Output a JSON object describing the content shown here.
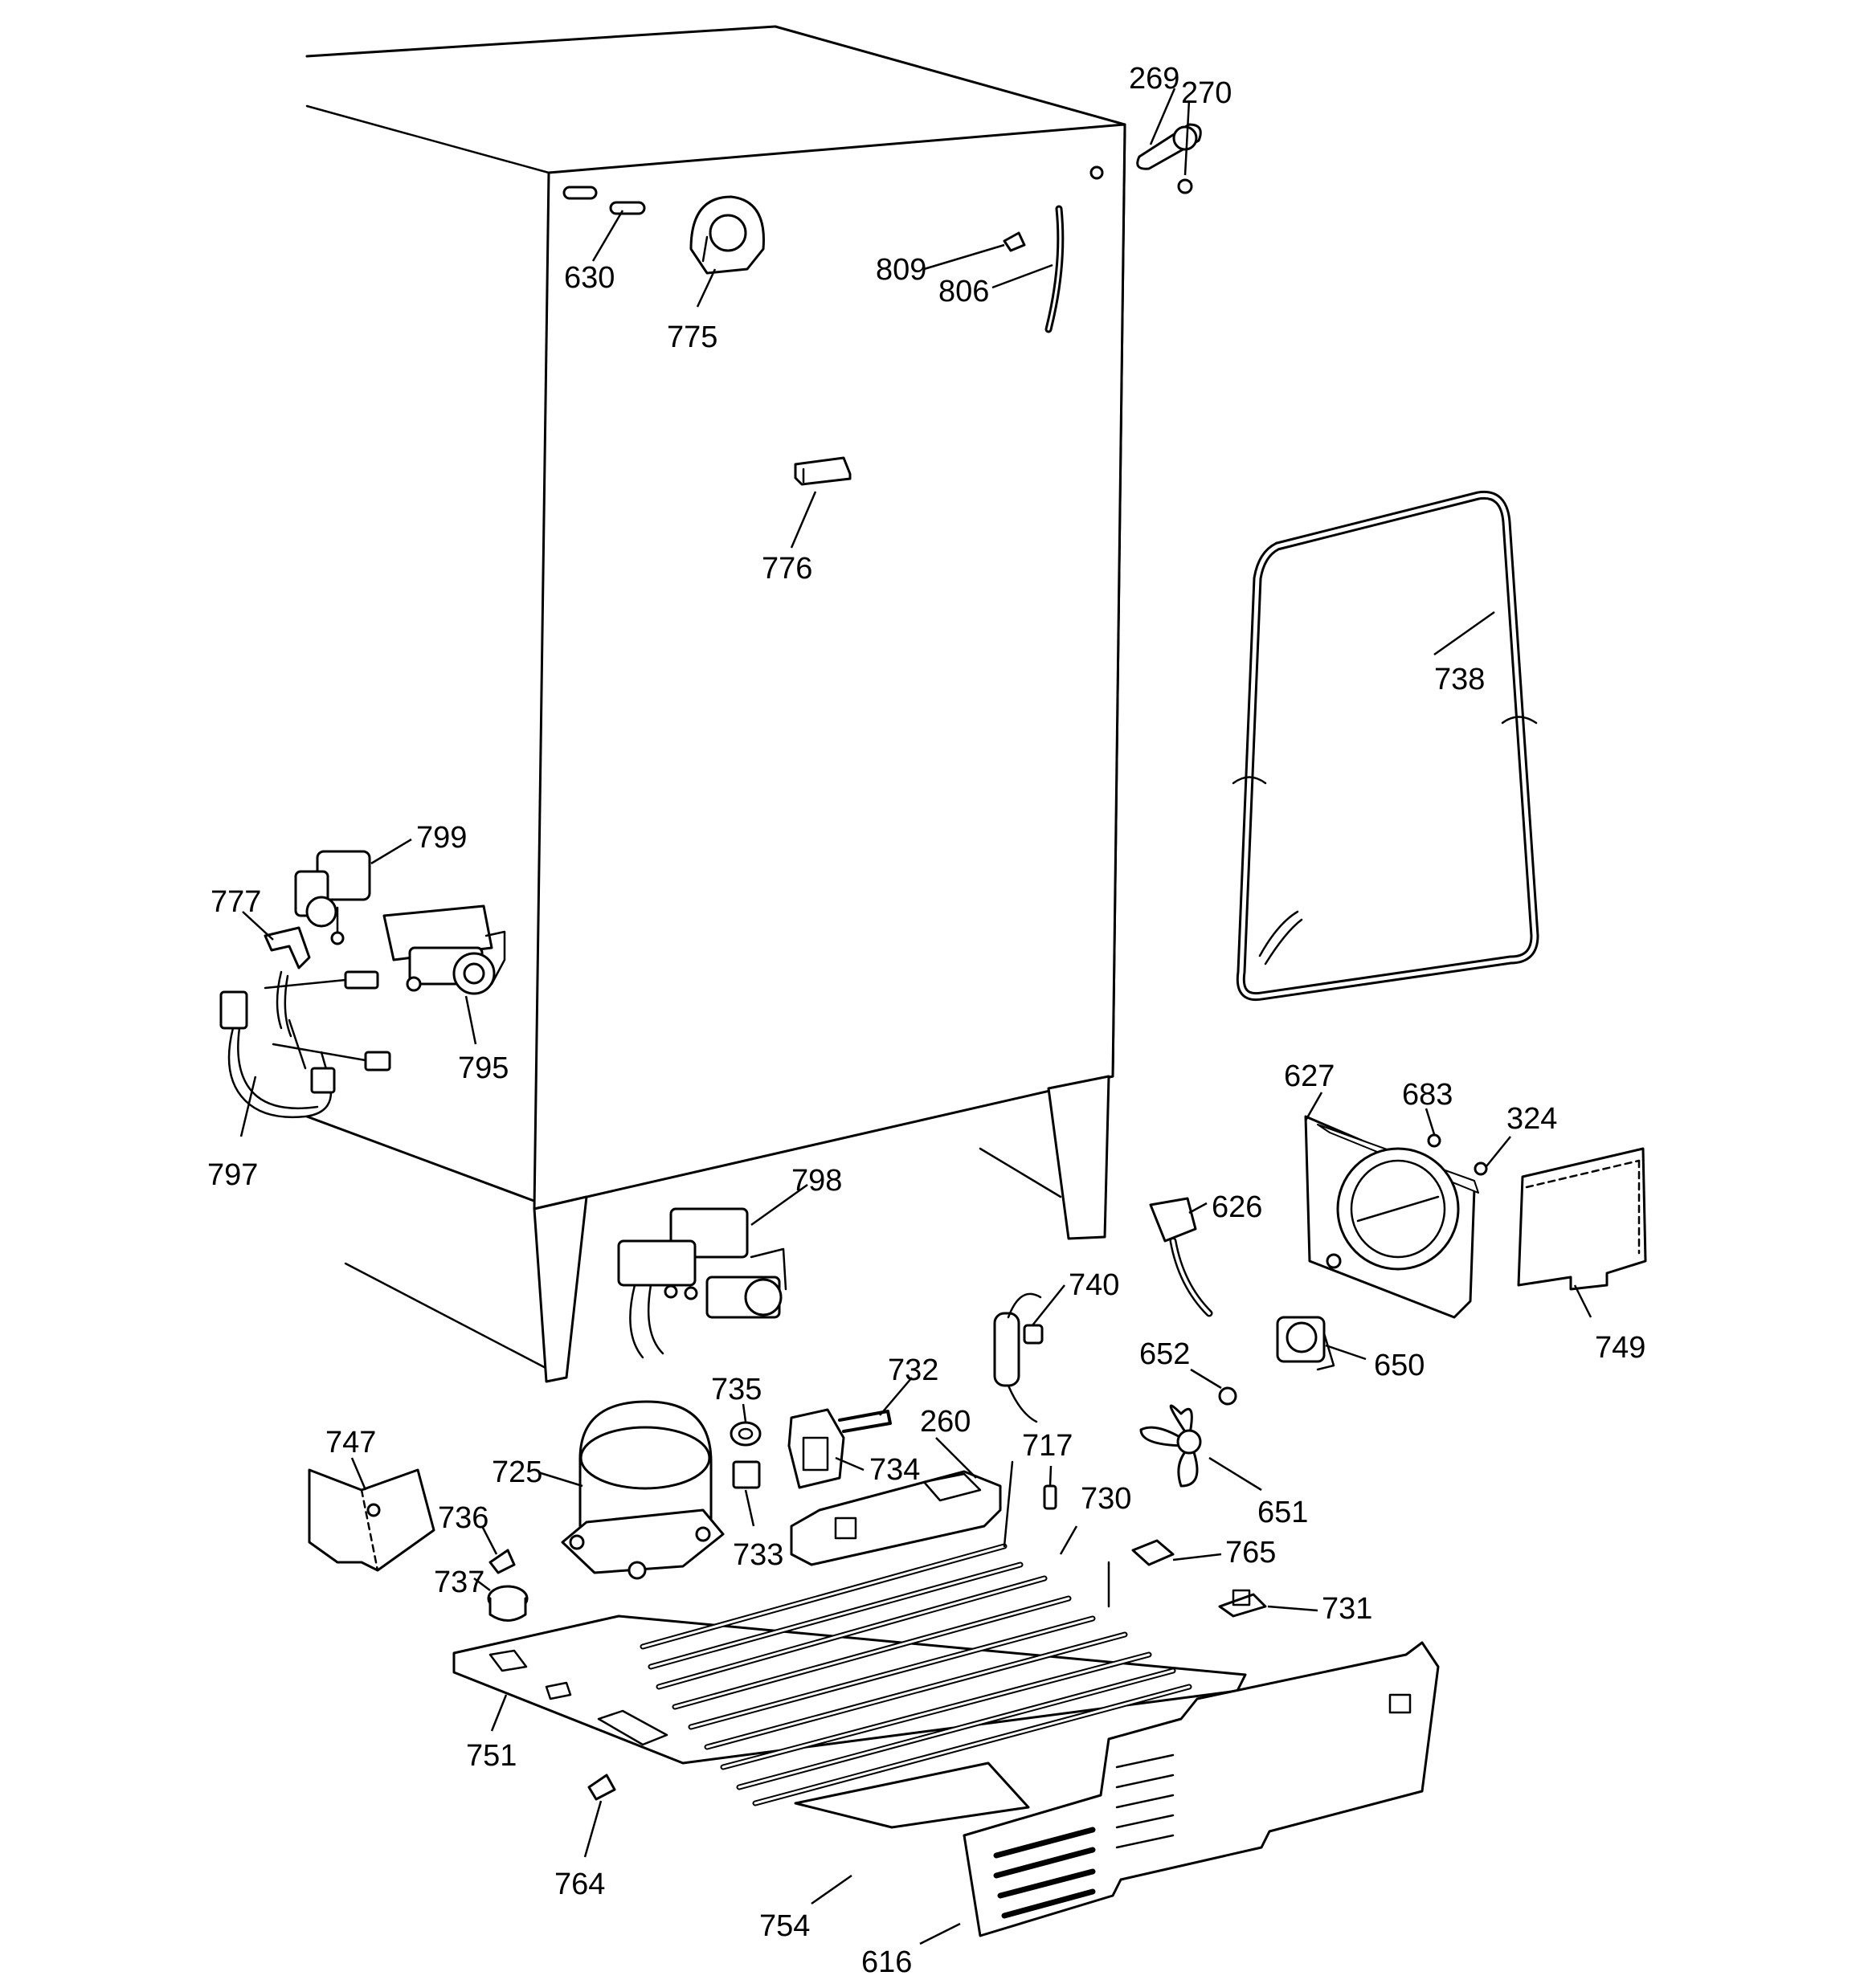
{
  "diagram": {
    "style": {
      "line_color": "#000000",
      "background": "#ffffff"
    },
    "callouts": {
      "269": "269",
      "270": "270",
      "630": "630",
      "775": "775",
      "809": "809",
      "806": "806",
      "776": "776",
      "738": "738",
      "799": "799",
      "777": "777",
      "795": "795",
      "797": "797",
      "798": "798",
      "627": "627",
      "683": "683",
      "324": "324",
      "626": "626",
      "749": "749",
      "740": "740",
      "650": "650",
      "652": "652",
      "735": "735",
      "732": "732",
      "260": "260",
      "717": "717",
      "747": "747",
      "725": "725",
      "734": "734",
      "651": "651",
      "736": "736",
      "730": "730",
      "733": "733",
      "765": "765",
      "737": "737",
      "731": "731",
      "751": "751",
      "764": "764",
      "754": "754",
      "616": "616"
    }
  }
}
